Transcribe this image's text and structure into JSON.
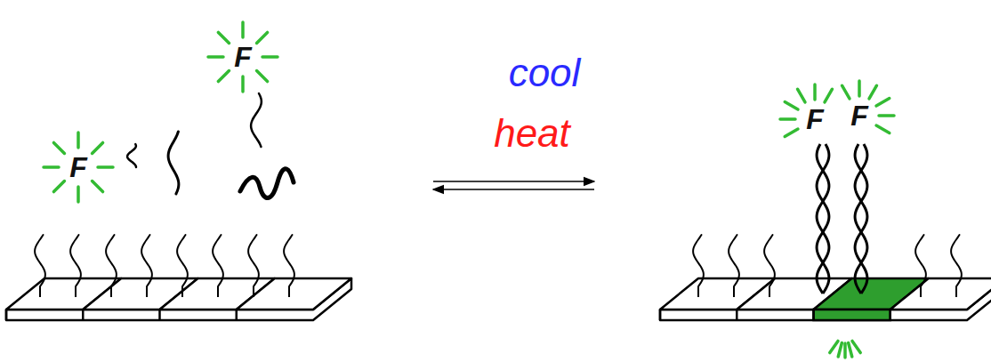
{
  "diagram": {
    "labels": [
      "F",
      "F",
      "cool",
      "heat",
      "F",
      "F"
    ]
  }
}
